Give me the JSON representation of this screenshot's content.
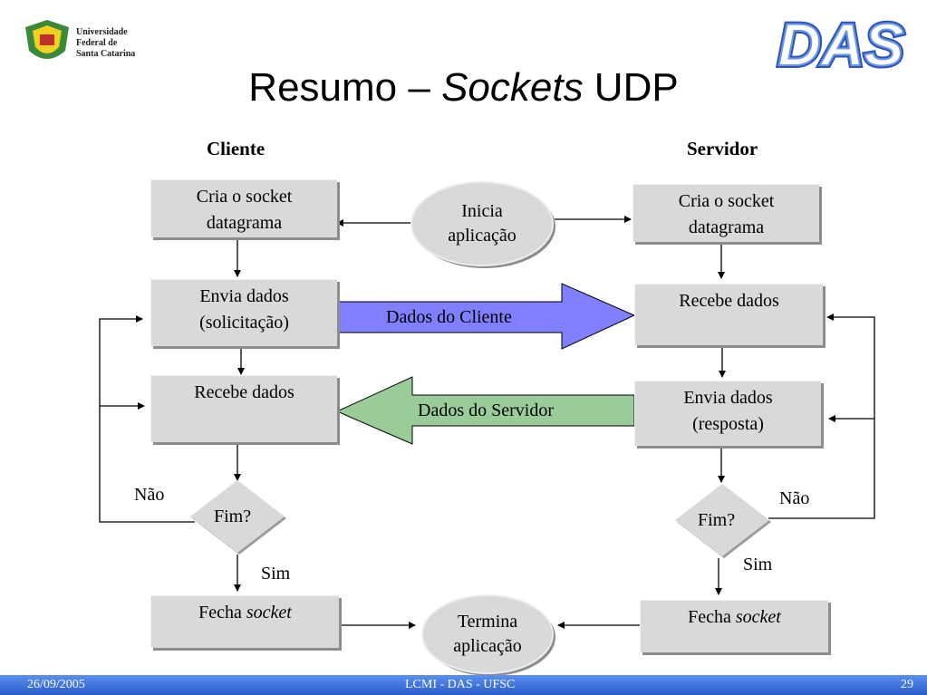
{
  "header": {
    "title_prefix": "Resumo  – ",
    "title_italic": "Sockets",
    "title_suffix": " UDP",
    "ufsc_logo_text": [
      "Universidade",
      "Federal de",
      "Santa Catarina"
    ],
    "das_logo_text": "DAS"
  },
  "diagram": {
    "client_heading": "Cliente",
    "server_heading": "Servidor",
    "start_node": [
      "Inicia",
      "aplicação"
    ],
    "end_node": [
      "Termina",
      "aplicação"
    ],
    "client": {
      "create_socket": [
        "Cria o socket",
        "datagrama"
      ],
      "send_data": [
        "Envia dados",
        "(solicitação)"
      ],
      "receive_data": "Recebe dados",
      "decision": "Fim?",
      "no_label": "Não",
      "yes_label": "Sim",
      "close_prefix": "Fecha ",
      "close_italic": "socket"
    },
    "server": {
      "create_socket": [
        "Cria o socket",
        "datagrama"
      ],
      "receive_data": "Recebe dados",
      "send_data": [
        "Envia dados",
        "(resposta)"
      ],
      "decision": "Fim?",
      "no_label": "Não",
      "yes_label": "Sim",
      "close_prefix": "Fecha ",
      "close_italic": "socket"
    },
    "client_to_server_arrow": "Dados do Cliente",
    "server_to_client_arrow": "Dados do Servidor",
    "colors": {
      "client_arrow": "#8080ff",
      "server_arrow": "#99cc99",
      "box": "#d9d9d9"
    }
  },
  "footer": {
    "date": "26/09/2005",
    "center": "LCMI - DAS - UFSC",
    "page": "29"
  }
}
